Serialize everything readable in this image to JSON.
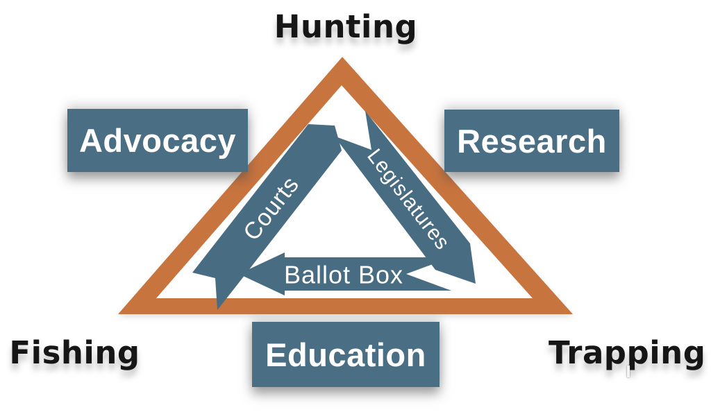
{
  "corner_labels": {
    "top": "Hunting",
    "bottom_left": "Fishing",
    "bottom_right": "Trapping"
  },
  "boxes": {
    "left": "Advocacy",
    "right": "Research",
    "bottom": "Education"
  },
  "ribbons": {
    "left_side": "Courts",
    "right_side": "Legislatures",
    "bottom": "Ballot Box"
  },
  "colors": {
    "triangle": "#C8743F",
    "panel": "#4A6E83",
    "ribbon": "#486C81",
    "label_text": "#161616",
    "box_text": "#FFFFFF",
    "background": "#FFFFFF"
  }
}
